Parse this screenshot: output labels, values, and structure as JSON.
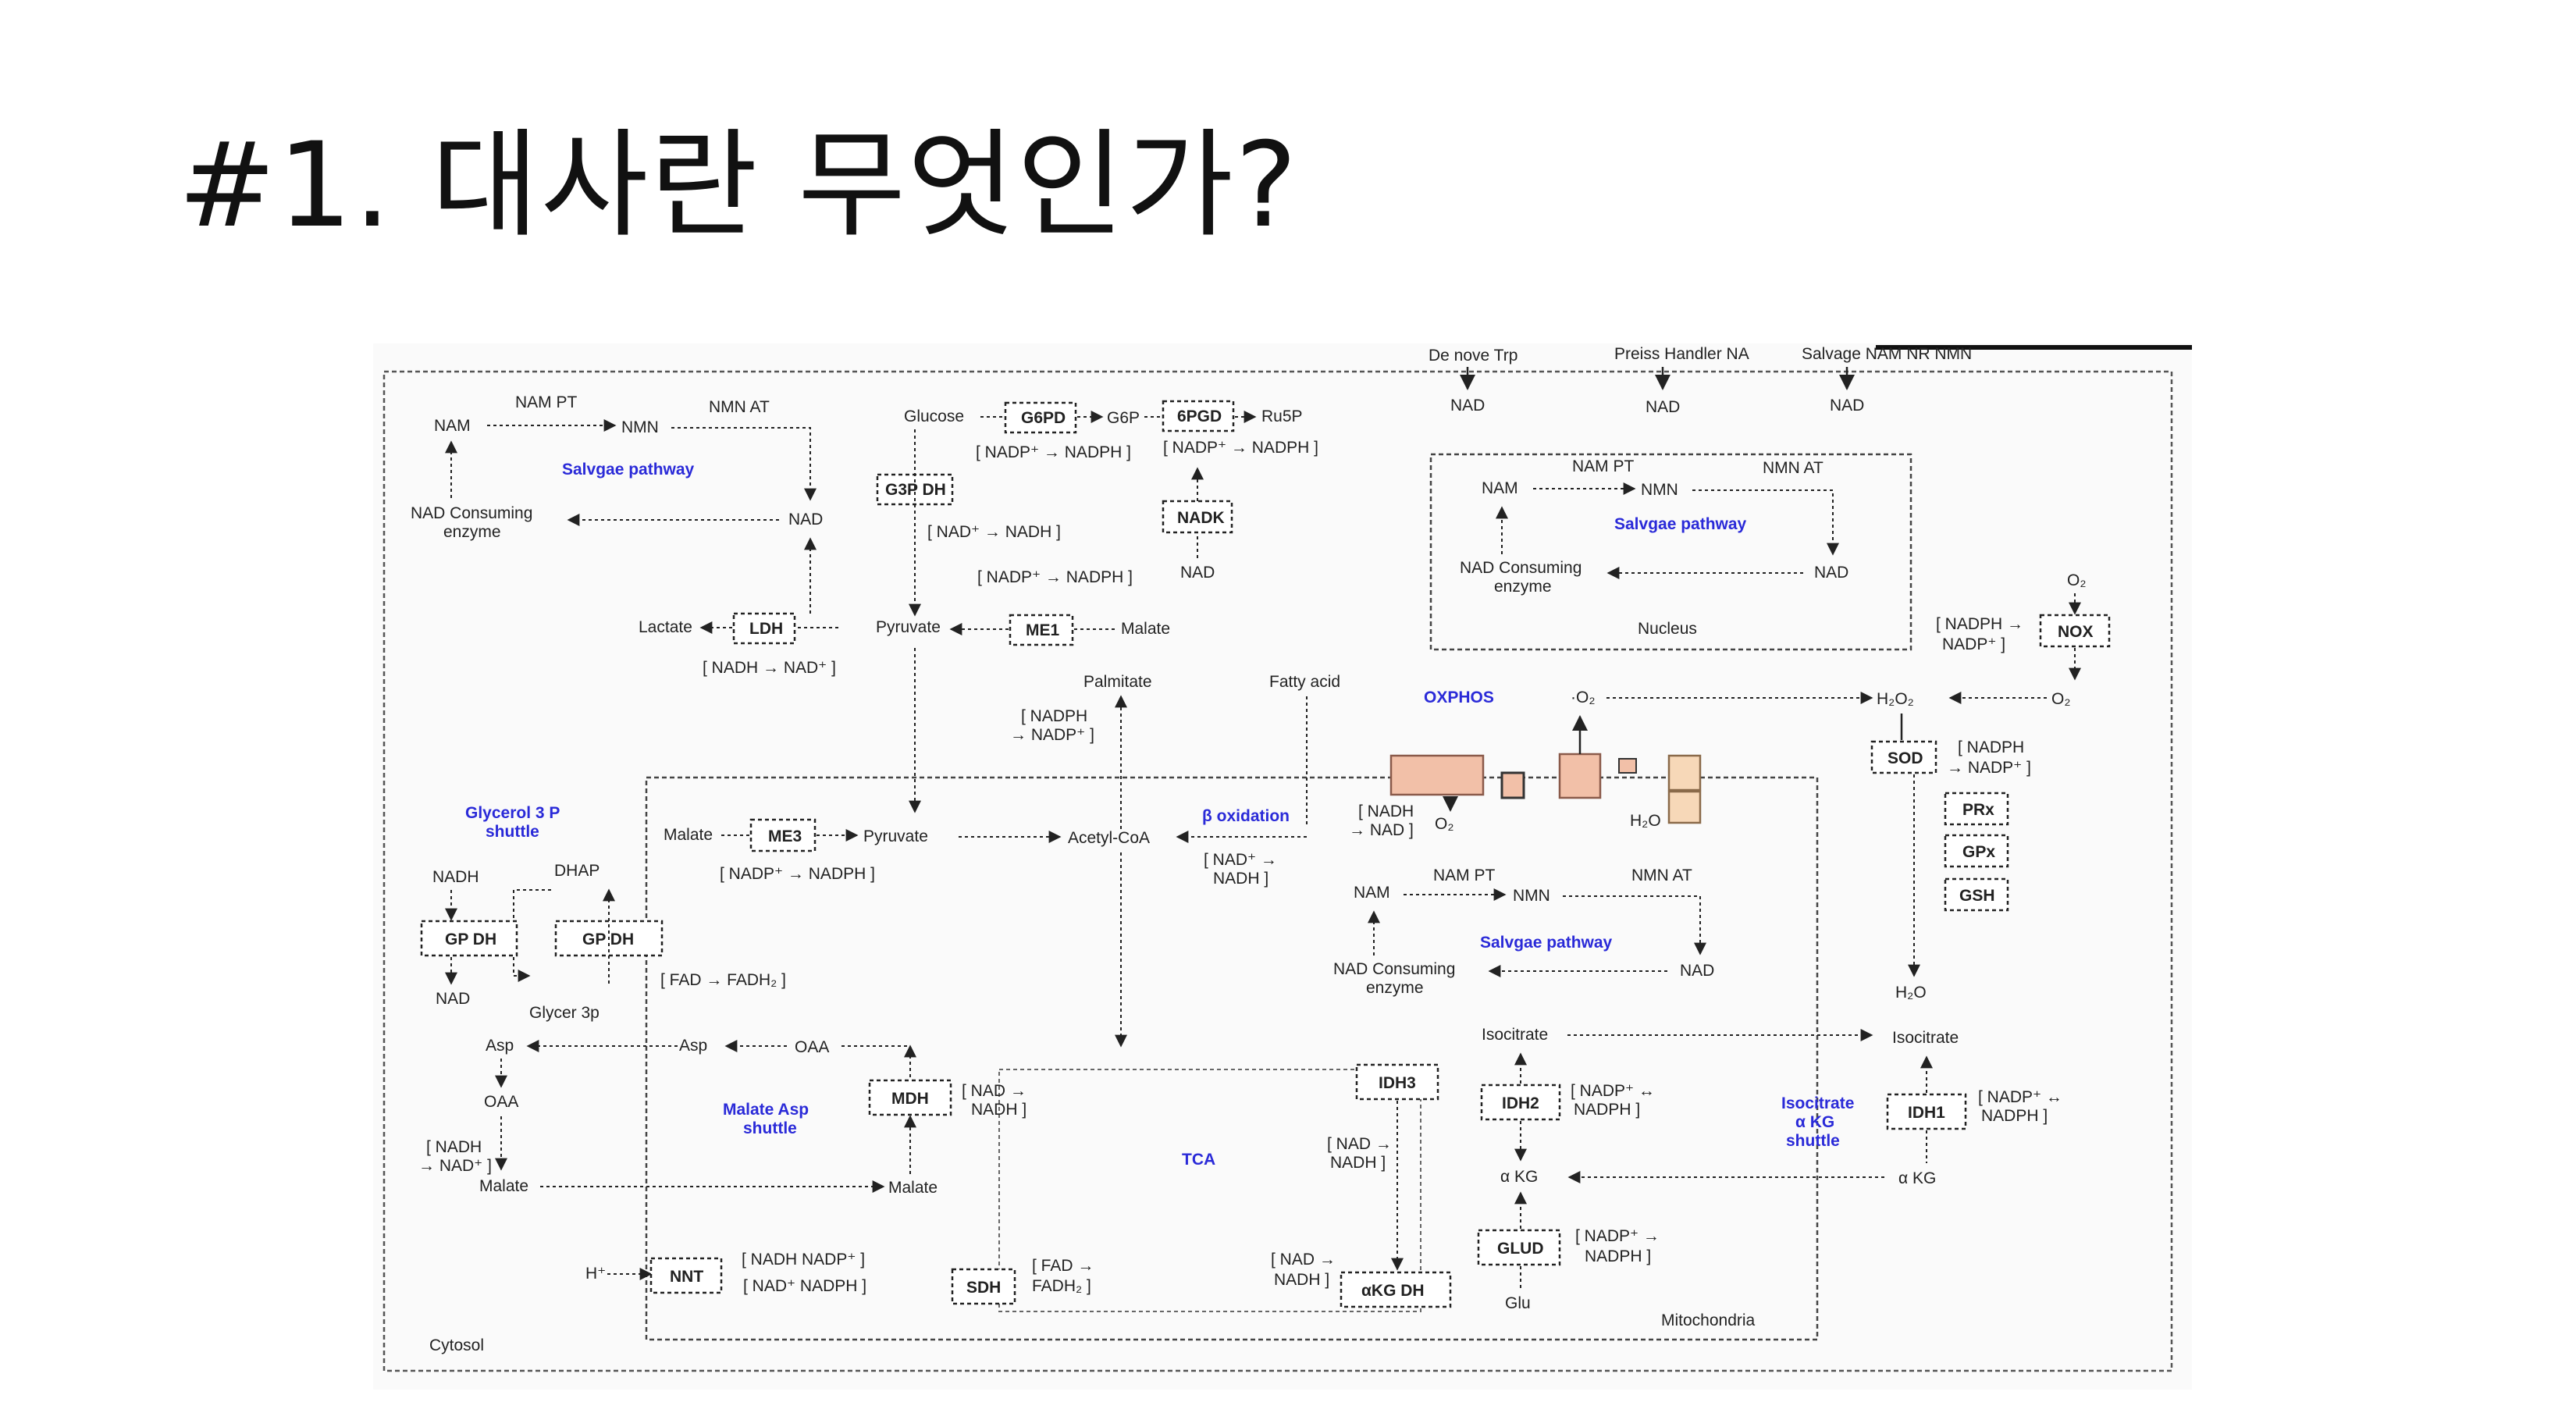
{
  "slide": {
    "title": "#1. 대사란 무엇인가?"
  },
  "diagram": {
    "compartments": {
      "cytosol": "Cytosol",
      "mitochondria": "Mitochondria",
      "nucleus": "Nucleus"
    },
    "top_sources": {
      "de_novo": "De nove Trp",
      "preiss": "Preiss Handler NA",
      "salvage": "Salvage NAM NR NMN"
    },
    "salvage_label": "Salvgae pathway",
    "cytosol_salvage": {
      "nam": "NAM",
      "nam_pt": "NAM PT",
      "nmn": "NMN",
      "nmn_at": "NMN AT",
      "nad": "NAD",
      "consuming_1": "NAD Consuming",
      "consuming_2": "enzyme"
    },
    "ppp": {
      "glucose": "Glucose",
      "g6pd": "G6PD",
      "g6p": "G6P",
      "pgd": "6PGD",
      "ru5p": "Ru5P",
      "cof1": "[ NADP⁺ → NADPH ]",
      "cof2": "[ NADP⁺ → NADPH ]",
      "nadk": "NADK",
      "nad": "NAD"
    },
    "glycolysis": {
      "g3pdh": "G3P DH",
      "cof_g3p": "[ NAD⁺ → NADH ]",
      "cof_me1": "[ NADP⁺ → NADPH ]",
      "lactate": "Lactate",
      "ldh": "LDH",
      "pyruvate": "Pyruvate",
      "me1": "ME1",
      "malate": "Malate",
      "cof_ldh": "[ NADH → NAD⁺ ]"
    },
    "nucleus": {
      "nam": "NAM",
      "nam_pt": "NAM PT",
      "nmn": "NMN",
      "nmn_at": "NMN AT",
      "nad": "NAD",
      "consuming_1": "NAD Consuming",
      "consuming_2": "enzyme"
    },
    "ros": {
      "o2_top": "O₂",
      "nox": "NOX",
      "cof_nox_1": "[ NADPH →",
      "cof_nox_2": "NADP⁺ ]",
      "o2_rad": "·O₂",
      "h2o2": "H₂O₂",
      "o2_right": "O₂",
      "sod": "SOD",
      "cof_sod_1": "[ NADPH",
      "cof_sod_2": "→ NADP⁺ ]",
      "prx": "PRx",
      "gpx": "GPx",
      "gsh": "GSH",
      "h2o": "H₂O"
    },
    "lipid": {
      "palmitate": "Palmitate",
      "fatty_acid": "Fatty acid",
      "cof_1": "[ NADPH",
      "cof_2": "→ NADP⁺ ]"
    },
    "oxphos": {
      "label": "OXPHOS",
      "cof_1": "[ NADH",
      "cof_2": "→ NAD ]",
      "o2": "O₂",
      "h2o": "H₂O"
    },
    "glycerol": {
      "title_1": "Glycerol 3 P",
      "title_2": "shuttle",
      "nadh": "NADH",
      "dhap": "DHAP",
      "gpdh1": "GP DH",
      "gpdh2": "GP DH",
      "nad": "NAD",
      "glycer": "Glycer 3p",
      "cof": "[ FAD → FADH₂ ]"
    },
    "mito": {
      "malate": "Malate",
      "me3": "ME3",
      "pyruvate": "Pyruvate",
      "acetyl": "Acetyl-CoA",
      "cof_me3": "[ NADP⁺ → NADPH ]",
      "beta": "β oxidation",
      "cof_beta_1": "[ NAD⁺ →",
      "cof_beta_2": "NADH ]",
      "nam": "NAM",
      "nam_pt": "NAM PT",
      "nmn": "NMN",
      "nmn_at": "NMN AT",
      "nad": "NAD",
      "consuming_1": "NAD Consuming",
      "consuming_2": "enzyme"
    },
    "malate_asp": {
      "asp_l": "Asp",
      "asp_m": "Asp",
      "oaa_m": "OAA",
      "oaa_l": "OAA",
      "cof_1": "[ NADH",
      "cof_2": "→ NAD⁺ ]",
      "malate_l": "Malate",
      "malate_m": "Malate",
      "title_1": "Malate Asp",
      "title_2": "shuttle"
    },
    "tca": {
      "label": "TCA",
      "mdh": "MDH",
      "cof_mdh_1": "[ NAD →",
      "cof_mdh_2": "NADH ]",
      "idh3": "IDH3",
      "cof_idh3_1": "[ NAD →",
      "cof_idh3_2": "NADH ]",
      "sdh": "SDH",
      "cof_sdh_1": "[ FAD →",
      "cof_sdh_2": "FADH₂ ]",
      "akgdh": "αKG DH",
      "cof_akg_1": "[ NAD →",
      "cof_akg_2": "NADH ]"
    },
    "nnt": {
      "h": "H⁺",
      "nnt": "NNT",
      "cof_1": "[ NADH  NADP⁺ ]",
      "cof_2": "[ NAD⁺  NADPH ]"
    },
    "isocitrate": {
      "isocitrate_m": "Isocitrate",
      "isocitrate_c": "Isocitrate",
      "idh2": "IDH2",
      "cof_idh2_1": "[ NADP⁺ ↔",
      "cof_idh2_2": "NADPH ]",
      "akg_m": "α KG",
      "akg_c": "α KG",
      "idh1": "IDH1",
      "cof_idh1_1": "[ NADP⁺ ↔",
      "cof_idh1_2": "NADPH ]",
      "shuttle_1": "Isocitrate",
      "shuttle_2": "α KG",
      "shuttle_3": "shuttle",
      "glud": "GLUD",
      "cof_glud_1": "[ NADP⁺ →",
      "cof_glud_2": "NADPH ]",
      "glu": "Glu"
    }
  }
}
